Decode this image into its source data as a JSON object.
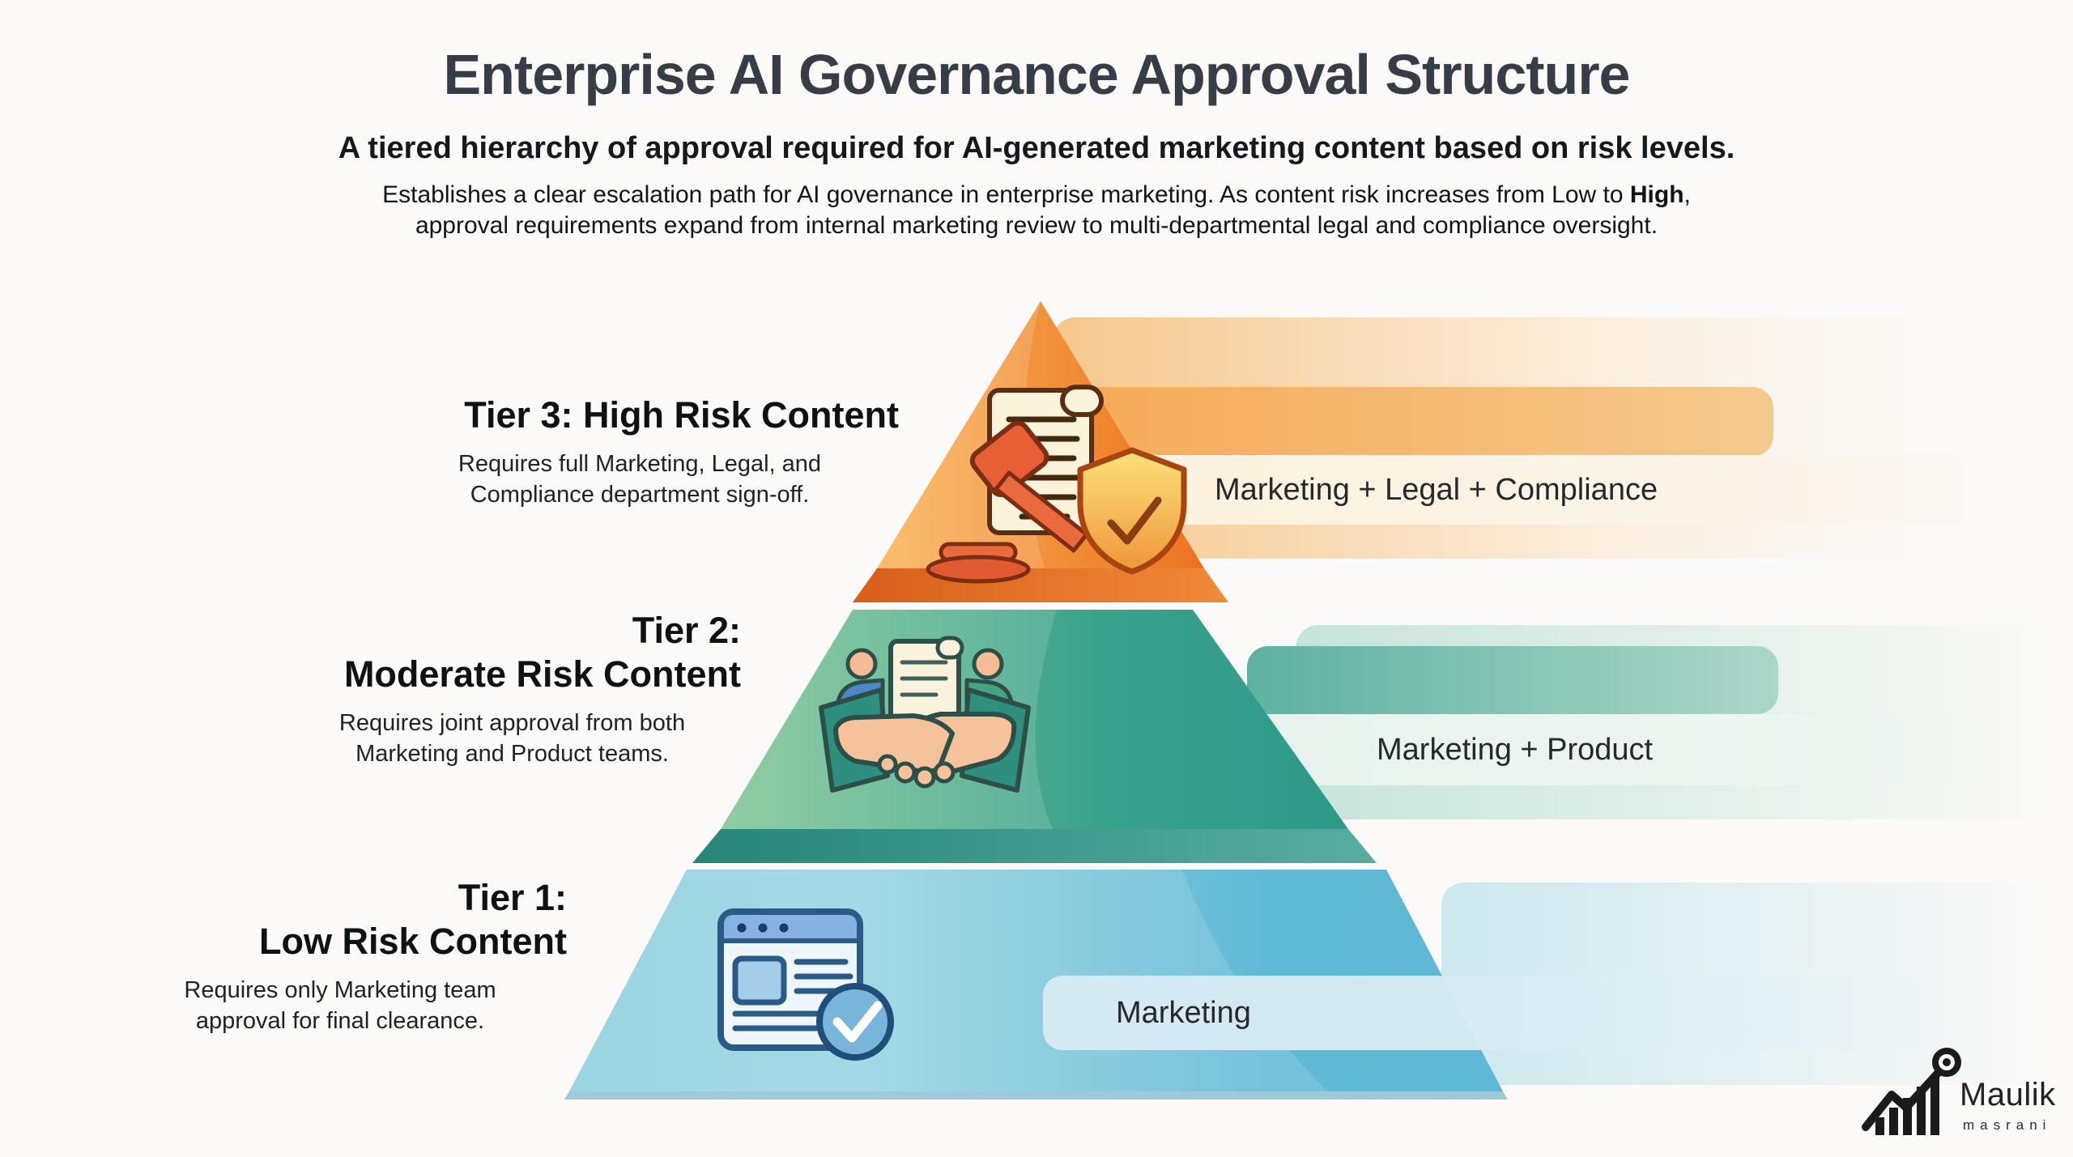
{
  "header": {
    "title": "Enterprise AI Governance Approval Structure",
    "subtitle": "A tiered hierarchy of approval required for AI-generated marketing content based on risk levels.",
    "description_line1_pre": "Establishes a clear escalation path for AI governance in enterprise marketing. As content risk increases from Low to ",
    "description_line1_em": "High",
    "description_line1_post": ",",
    "description_line2": "approval requirements expand from internal marketing review to multi-departmental legal and compliance oversight."
  },
  "tiers": [
    {
      "title": "Tier 3: High Risk Content",
      "description_line1": "Requires full Marketing, Legal, and",
      "description_line2": "Compliance department sign-off.",
      "approvers": "Marketing + Legal + Compliance",
      "icon": "gavel-scroll-shield-icon",
      "color": "#ee7425"
    },
    {
      "title_line1": "Tier 2:",
      "title_line2": "Moderate Risk Content",
      "description_line1": "Requires joint approval from both",
      "description_line2": "Marketing and Product teams.",
      "approvers": "Marketing + Product",
      "icon": "handshake-agreement-icon",
      "color": "#2f9a8a"
    },
    {
      "title_line1": "Tier 1:",
      "title_line2": "Low Risk Content",
      "description_line1": "Requires only Marketing team",
      "description_line2": "approval for final clearance.",
      "approvers": "Marketing",
      "icon": "approved-webpage-icon",
      "color": "#5fb8d5"
    }
  ],
  "branding": {
    "name": "Maulik",
    "subname": "masrani"
  },
  "colors": {
    "background": "#fbfaf8",
    "tier3_orange": "#ee7425",
    "tier2_teal": "#2f9a8a",
    "tier1_blue": "#5fb8d5",
    "heading_text": "#363d47",
    "body_text": "#121417"
  }
}
